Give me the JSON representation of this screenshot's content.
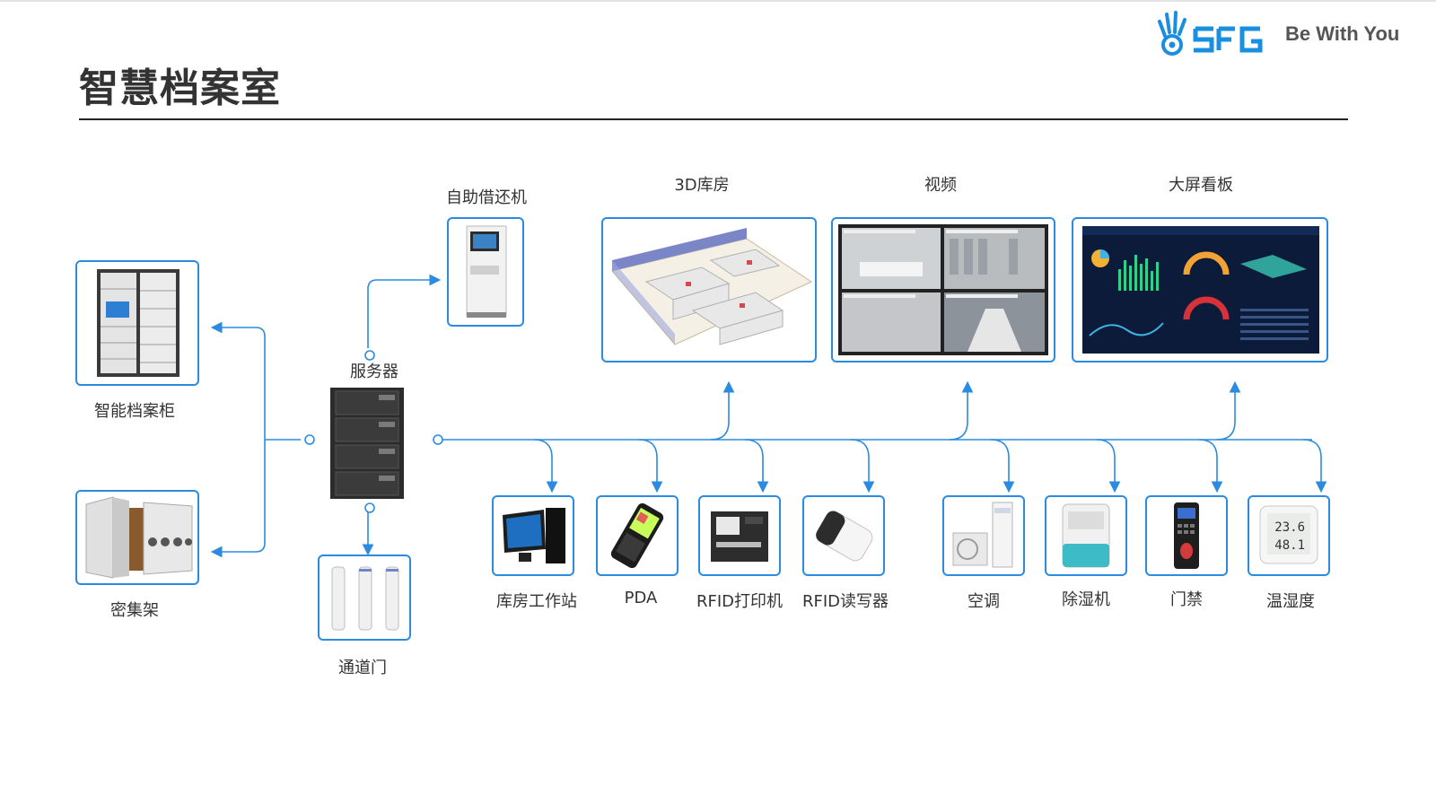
{
  "page": {
    "title": "智慧档案室"
  },
  "brand": {
    "slogan": "Be With You",
    "colors": {
      "accent": "#2b8be0",
      "logo_blue": "#1a8fe0",
      "rule": "#222222"
    }
  },
  "diagram": {
    "center": {
      "label": "服务器",
      "icon": "server-rack-icon"
    },
    "left": [
      {
        "label": "智能档案柜",
        "icon": "smart-archive-cabinet-icon"
      },
      {
        "label": "密集架",
        "icon": "mobile-shelving-icon"
      }
    ],
    "top": [
      {
        "label": "自助借还机",
        "icon": "self-service-kiosk-icon"
      },
      {
        "label": "3D库房",
        "icon": "3d-warehouse-icon"
      },
      {
        "label": "视频",
        "icon": "video-surveillance-icon"
      },
      {
        "label": "大屏看板",
        "icon": "dashboard-screen-icon"
      }
    ],
    "below_server": {
      "label": "通道门",
      "icon": "security-gate-icon"
    },
    "bottom": [
      {
        "label": "库房工作站",
        "icon": "workstation-icon"
      },
      {
        "label": "PDA",
        "icon": "pda-icon"
      },
      {
        "label": "RFID打印机",
        "icon": "rfid-printer-icon"
      },
      {
        "label": "RFID读写器",
        "icon": "rfid-reader-icon"
      },
      {
        "label": "空调",
        "icon": "air-conditioner-icon"
      },
      {
        "label": "除湿机",
        "icon": "dehumidifier-icon"
      },
      {
        "label": "门禁",
        "icon": "access-control-icon"
      },
      {
        "label": "温湿度",
        "icon": "thermo-hygrometer-icon"
      }
    ],
    "thermo_readings": [
      "23.6",
      "48.1"
    ]
  }
}
